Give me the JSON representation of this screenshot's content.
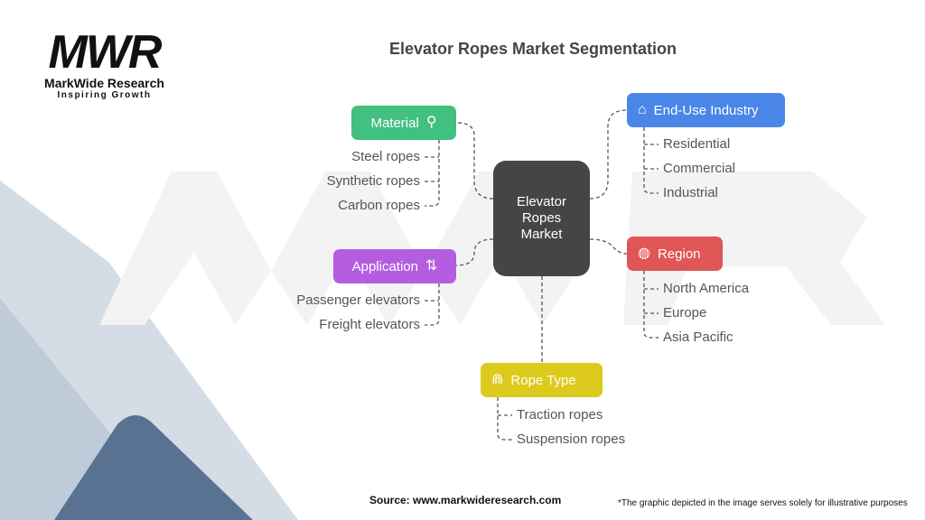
{
  "logo": {
    "mark": "MWR",
    "name": "MarkWide Research",
    "tagline": "Inspiring Growth"
  },
  "title": "Elevator Ropes Market Segmentation",
  "center": "Elevator Ropes Market",
  "segments": {
    "material": {
      "label": "Material",
      "color": "#41c07f",
      "icon": "rope-icon",
      "items": [
        "Steel ropes",
        "Synthetic ropes",
        "Carbon ropes"
      ]
    },
    "application": {
      "label": "Application",
      "color": "#b55de0",
      "icon": "elevator-icon",
      "items": [
        "Passenger elevators",
        "Freight elevators"
      ]
    },
    "end_use": {
      "label": "End-Use Industry",
      "color": "#4a86e8",
      "icon": "factory-icon",
      "items": [
        "Residential",
        "Commercial",
        "Industrial"
      ]
    },
    "region": {
      "label": "Region",
      "color": "#e05555",
      "icon": "globe-icon",
      "items": [
        "North America",
        "Europe",
        "Asia Pacific"
      ]
    },
    "rope_type": {
      "label": "Rope Type",
      "color": "#dccb1c",
      "icon": "jump-rope-icon",
      "items": [
        "Traction ropes",
        "Suspension ropes"
      ]
    }
  },
  "footer": {
    "source": "Source: www.markwideresearch.com",
    "disclaimer": "*The graphic depicted in the image serves solely for illustrative purposes"
  }
}
